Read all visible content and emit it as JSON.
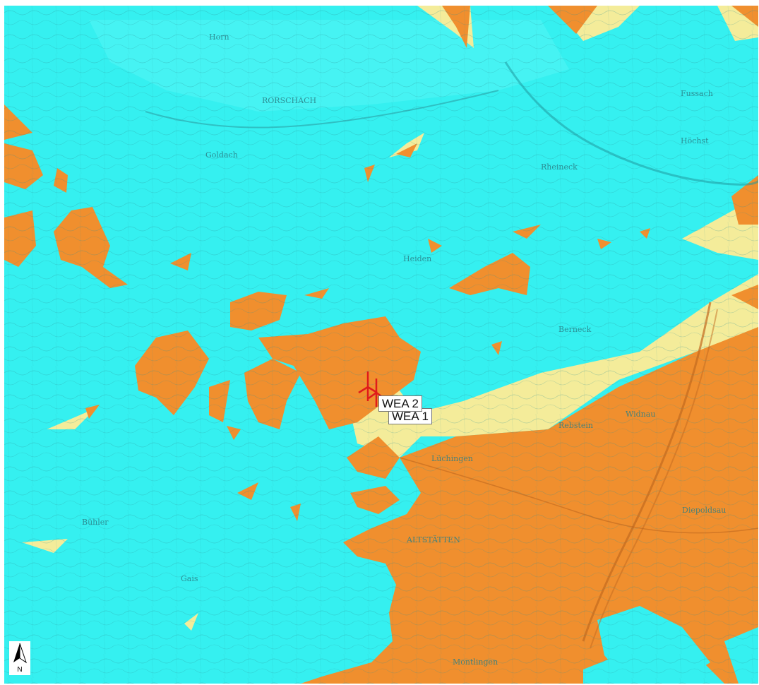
{
  "map": {
    "colors": {
      "water_zone": "#35f0f0",
      "orange_zone": "#f08f2e",
      "yellow_zone": "#f4ec9a",
      "turbine_marker": "#e01b1b",
      "topo_lines": "#2a8f95"
    },
    "place_labels": [
      "Horn",
      "RORSCHACH",
      "Fussach",
      "Goldach",
      "Höchst",
      "Heiden",
      "Rheineck",
      "Berneck",
      "Rebstein",
      "Widnau",
      "Diepoldsau",
      "ALTSTÄTTEN",
      "Bühler",
      "Gais",
      "Lüchingen",
      "Montlingen"
    ],
    "turbines": [
      {
        "label": "WEA 2"
      },
      {
        "label": "WEA 1"
      }
    ],
    "north_arrow": {
      "letter": "N",
      "icon": "north-arrow-icon"
    }
  }
}
